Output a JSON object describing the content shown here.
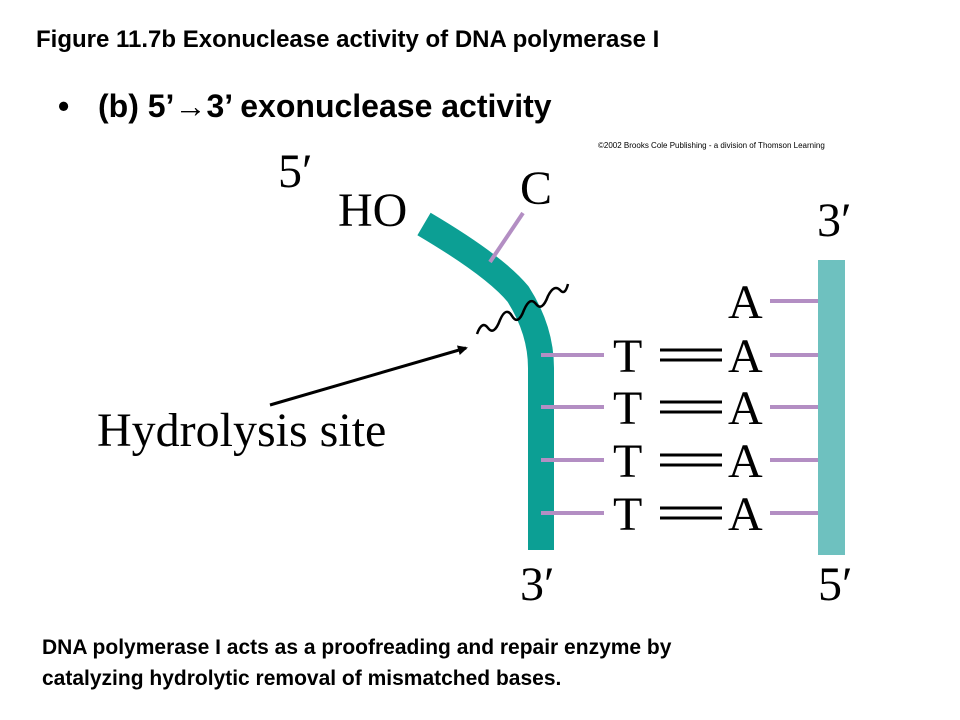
{
  "figure_title": "Figure 11.7b Exonuclease activity of DNA polymerase I",
  "bullet": {
    "symbol": "•",
    "text": "(b) 5’→3’ exonuclease activity"
  },
  "copyright": "©2002 Brooks Cole Publishing - a division of Thomson Learning",
  "diagram": {
    "labels": {
      "left_top_end": "5′",
      "hydroxyl": "HO",
      "mismatched_base": "C",
      "right_top_end": "3′",
      "left_bottom_end": "3′",
      "right_bottom_end": "5′",
      "hydrolysis_site": "Hydrolysis site"
    },
    "left_bases": [
      "T",
      "T",
      "T",
      "T"
    ],
    "right_bases": [
      "A",
      "A",
      "A",
      "A",
      "A"
    ],
    "colors": {
      "strand": "#0c9f94",
      "strand_right": "#6ec1bf",
      "base_stick": "#b38ec3"
    }
  },
  "caption": {
    "line1": "DNA polymerase I acts as a proofreading and repair enzyme by",
    "line2": "catalyzing hydrolytic removal of mismatched bases."
  }
}
